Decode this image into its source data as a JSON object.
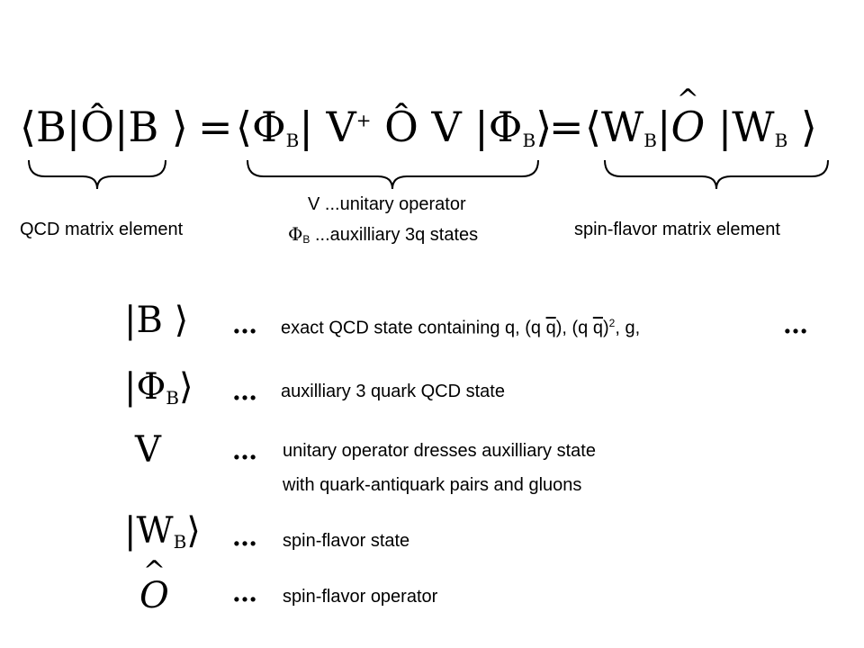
{
  "equation": {
    "t1": "⟨B|Ô|B ⟩",
    "eq1": "=",
    "t2_open": "⟨Φ",
    "t2_sub": "B",
    "t2_mid": "|  V",
    "t2_sup": "+",
    "t2_op": " Ô V  |Φ",
    "t2_sub2": "B",
    "t2_close": "⟩",
    "eq2": "=",
    "t3_open": "⟨W",
    "t3_sub": "B",
    "t3_mid": "|",
    "t3_op": "O",
    "t3_mid2": " |W",
    "t3_sub2": "B",
    "t3_close": " ⟩"
  },
  "braces": {
    "left_label": "QCD matrix element",
    "middle_line1": "V ...unitary operator",
    "middle_line2_sym": "Φ",
    "middle_line2_sub": "B",
    "middle_line2_text": " ...auxilliary 3q states",
    "right_label": "spin-flavor matrix element"
  },
  "definitions": [
    {
      "symbol": "|B ⟩",
      "dots": "…",
      "text_a": "exact QCD state containing  q, (q  ",
      "qbar1": "q",
      "text_b": "), (q  ",
      "qbar2": "q",
      "text_c": ")",
      "sup": "2",
      "text_d": ", g,",
      "trail": "…"
    },
    {
      "symbol": "|Φ",
      "symbol_sub": "B",
      "symbol_close": "⟩",
      "dots": "…",
      "text": "auxilliary 3 quark QCD state"
    },
    {
      "symbol": "V",
      "dots": "…",
      "text": "unitary operator dresses auxilliary state",
      "text2": "with quark-antiquark pairs and gluons"
    },
    {
      "symbol": "|W",
      "symbol_sub": "B",
      "symbol_close": "⟩",
      "dots": "…",
      "text": "spin-flavor  state"
    },
    {
      "symbol": "O",
      "dots": "…",
      "text": "spin-flavor operator"
    }
  ]
}
